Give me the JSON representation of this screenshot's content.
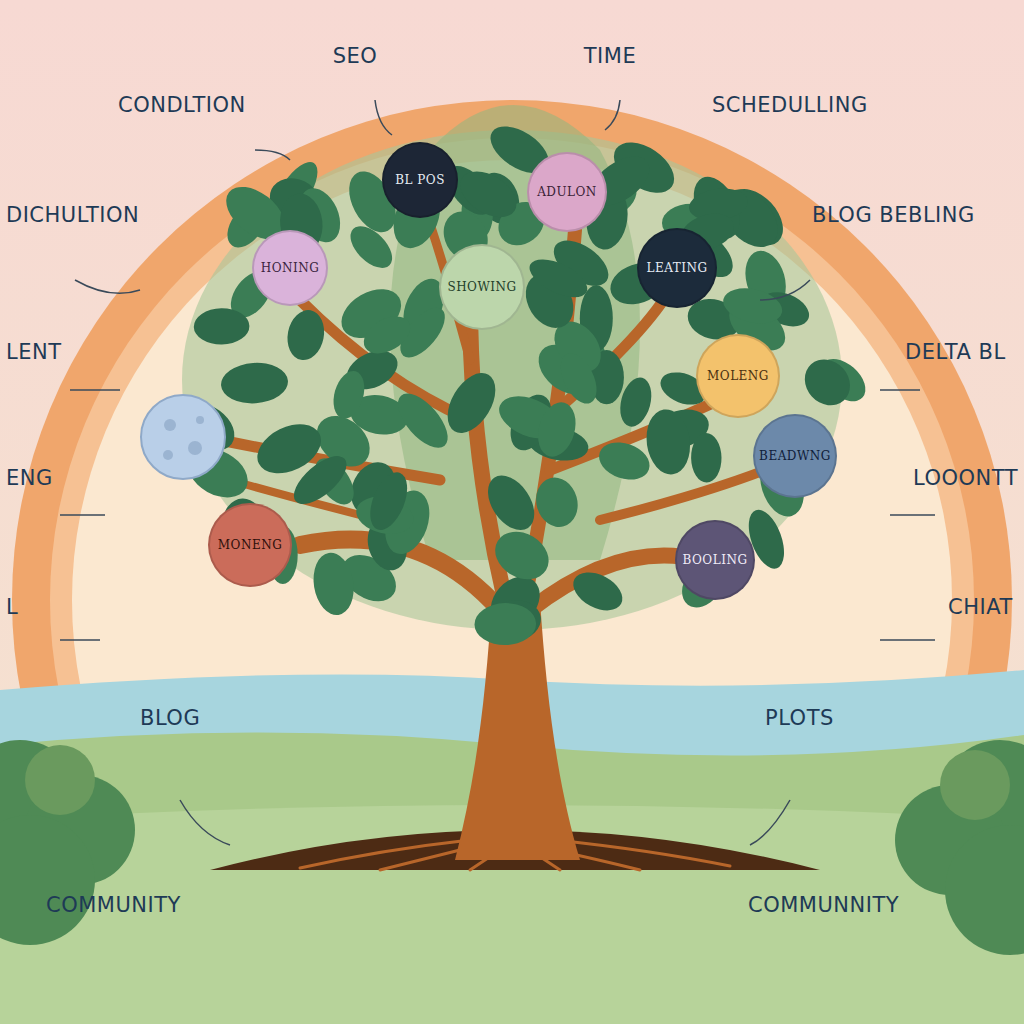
{
  "diagram": {
    "nodes": [
      {
        "text": [
          "BL POS"
        ]
      },
      {
        "text": [
          "ADULON"
        ]
      },
      {
        "text": [
          "HONING"
        ]
      },
      {
        "text": [
          "SHOWING"
        ]
      },
      {
        "text": [
          "LEATING"
        ]
      },
      {
        "text": [
          "MOLENG"
        ]
      },
      {
        "text": [
          "BEADWNG"
        ]
      },
      {
        "text": [
          "MONENG"
        ]
      },
      {
        "text": [
          "BOOLING"
        ]
      }
    ],
    "labels": [
      "SEO",
      "TIME",
      "CONDLTION",
      "SCHEDULLING",
      "DICHULTION",
      "BLOG BEBLING",
      "LENT",
      "DELTA BL",
      "ENG",
      "LOOONTT",
      "L",
      "CHIAT",
      "BLOG",
      "PLOTS",
      "COMMUNITY",
      "COMMUNNITY"
    ]
  }
}
